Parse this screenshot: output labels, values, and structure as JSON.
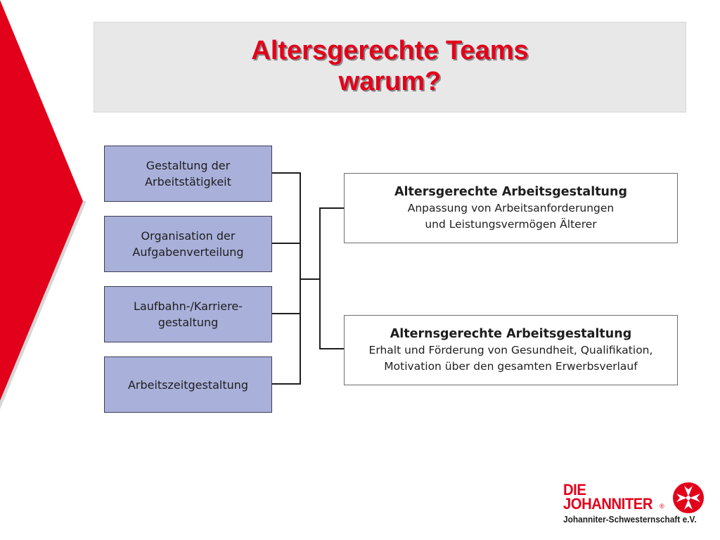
{
  "title": {
    "line1": "Altersgerechte Teams",
    "line2": "warum?"
  },
  "left_boxes": [
    {
      "label": "Gestaltung der\nArbeitstätigkeit"
    },
    {
      "label": "Organisation der\nAufgabenverteilung"
    },
    {
      "label": "Laufbahn-/Karriere-\ngestaltung"
    },
    {
      "label": "Arbeitszeitgestaltung"
    }
  ],
  "right_boxes": [
    {
      "title": "Altersgerechte Arbeitsgestaltung",
      "desc": "Anpassung von Arbeitsanforderungen\nund Leistungsvermögen Älterer"
    },
    {
      "title": "Alternsgerechte Arbeitsgestaltung",
      "desc": "Erhalt und Förderung von Gesundheit, Qualifikation,\nMotivation über den gesamten Erwerbsverlauf"
    }
  ],
  "logo": {
    "line1": "DIE",
    "line2": "JOHANNITER",
    "registered": "®",
    "subline": "Johanniter-Schwesternschaft e.V.",
    "icon": "maltese-cross-icon"
  },
  "colors": {
    "accent_red": "#e3001b",
    "box_blue": "#a9b0da",
    "banner_grey": "#e8e8e8"
  }
}
